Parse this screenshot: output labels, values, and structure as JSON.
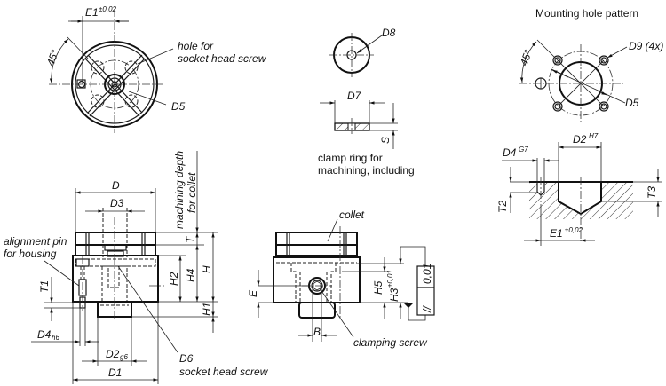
{
  "figure": {
    "top_view_left": {
      "dim_e1": "E1",
      "dim_e1_tol": "±0,02",
      "angle": "45°",
      "callout_hole": [
        "hole for",
        "socket head screw"
      ],
      "callout_d5": "D5"
    },
    "clamp_ring": {
      "label_d8": "D8",
      "label_d7": "D7",
      "label_s": "S",
      "caption": [
        "clamp ring for",
        "machining, including"
      ]
    },
    "mounting_pattern": {
      "title": "Mounting hole pattern",
      "angle": "45°",
      "label_d9": "D9 (4x)",
      "label_d5": "D5"
    },
    "hole_section": {
      "label_d2": "D2",
      "label_d2_tol": "H7",
      "label_d4": "D4",
      "label_d4_tol": "G7",
      "label_t2": "T2",
      "label_t3": "T3",
      "label_e1": "E1",
      "label_e1_tol": "±0,02"
    },
    "front_view": {
      "label_d": "D",
      "label_d3": "D3",
      "machining_depth": [
        "machining depth",
        "for collet"
      ],
      "label_t": "T",
      "label_h": "H",
      "label_h4": "H4",
      "label_h2": "H2",
      "label_h1": "H1",
      "label_t1": "T1",
      "alignment_pin": [
        "alignment pin",
        "for housing"
      ],
      "label_d4": "D4",
      "label_d4_tol": "h6",
      "label_d2": "D2",
      "label_d2_tol": "g6",
      "label_d1": "D1",
      "label_d6": "D6",
      "socket_head_screw": "socket head screw"
    },
    "side_view": {
      "collet": "collet",
      "label_e": "E",
      "label_b": "B",
      "label_h5": "H5",
      "label_h3": "H3",
      "label_h3_tol": "±0,01",
      "clamping_screw": "clamping screw",
      "tolerance_symbol": "//",
      "tolerance_value": "0,01"
    }
  }
}
